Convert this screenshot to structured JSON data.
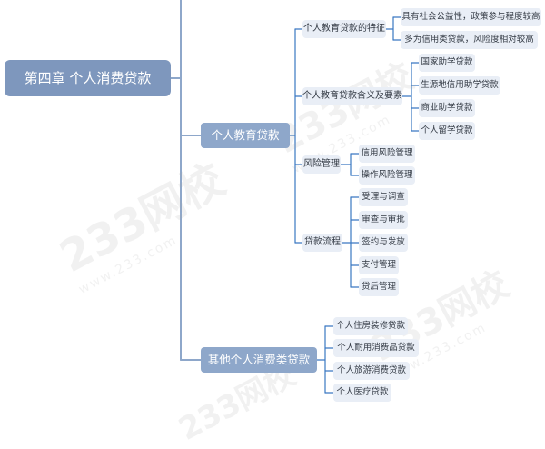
{
  "root": "第四章 个人消费贷款",
  "branches": [
    {
      "label": "个人教育贷款",
      "children": [
        {
          "label": "个人教育贷款的特征",
          "children": [
            "具有社会公益性，政策参与程度较高",
            "多为信用类贷款，风险度相对较高"
          ]
        },
        {
          "label": "个人教育贷款含义及要素",
          "children": [
            "国家助学贷款",
            "生源地信用助学贷款",
            "商业助学贷款",
            "个人留学贷款"
          ]
        },
        {
          "label": "风险管理",
          "children": [
            "信用风险管理",
            "操作风险管理"
          ]
        },
        {
          "label": "贷款流程",
          "children": [
            "受理与调查",
            "审查与审批",
            "签约与发放",
            "支付管理",
            "贷后管理"
          ]
        }
      ]
    },
    {
      "label": "其他个人消费类贷款",
      "children": [
        {
          "label": "个人住房装修贷款"
        },
        {
          "label": "个人耐用消费品贷款"
        },
        {
          "label": "个人旅游消费贷款"
        },
        {
          "label": "个人医疗贷款"
        }
      ]
    }
  ],
  "watermark": {
    "brand": "233网校",
    "domain": "www.233.com"
  },
  "colors": {
    "root": "#7e97bd",
    "branch": "#8ea7ca",
    "leaf_bg": "#e9eef6",
    "connector": "#3a78c2"
  }
}
